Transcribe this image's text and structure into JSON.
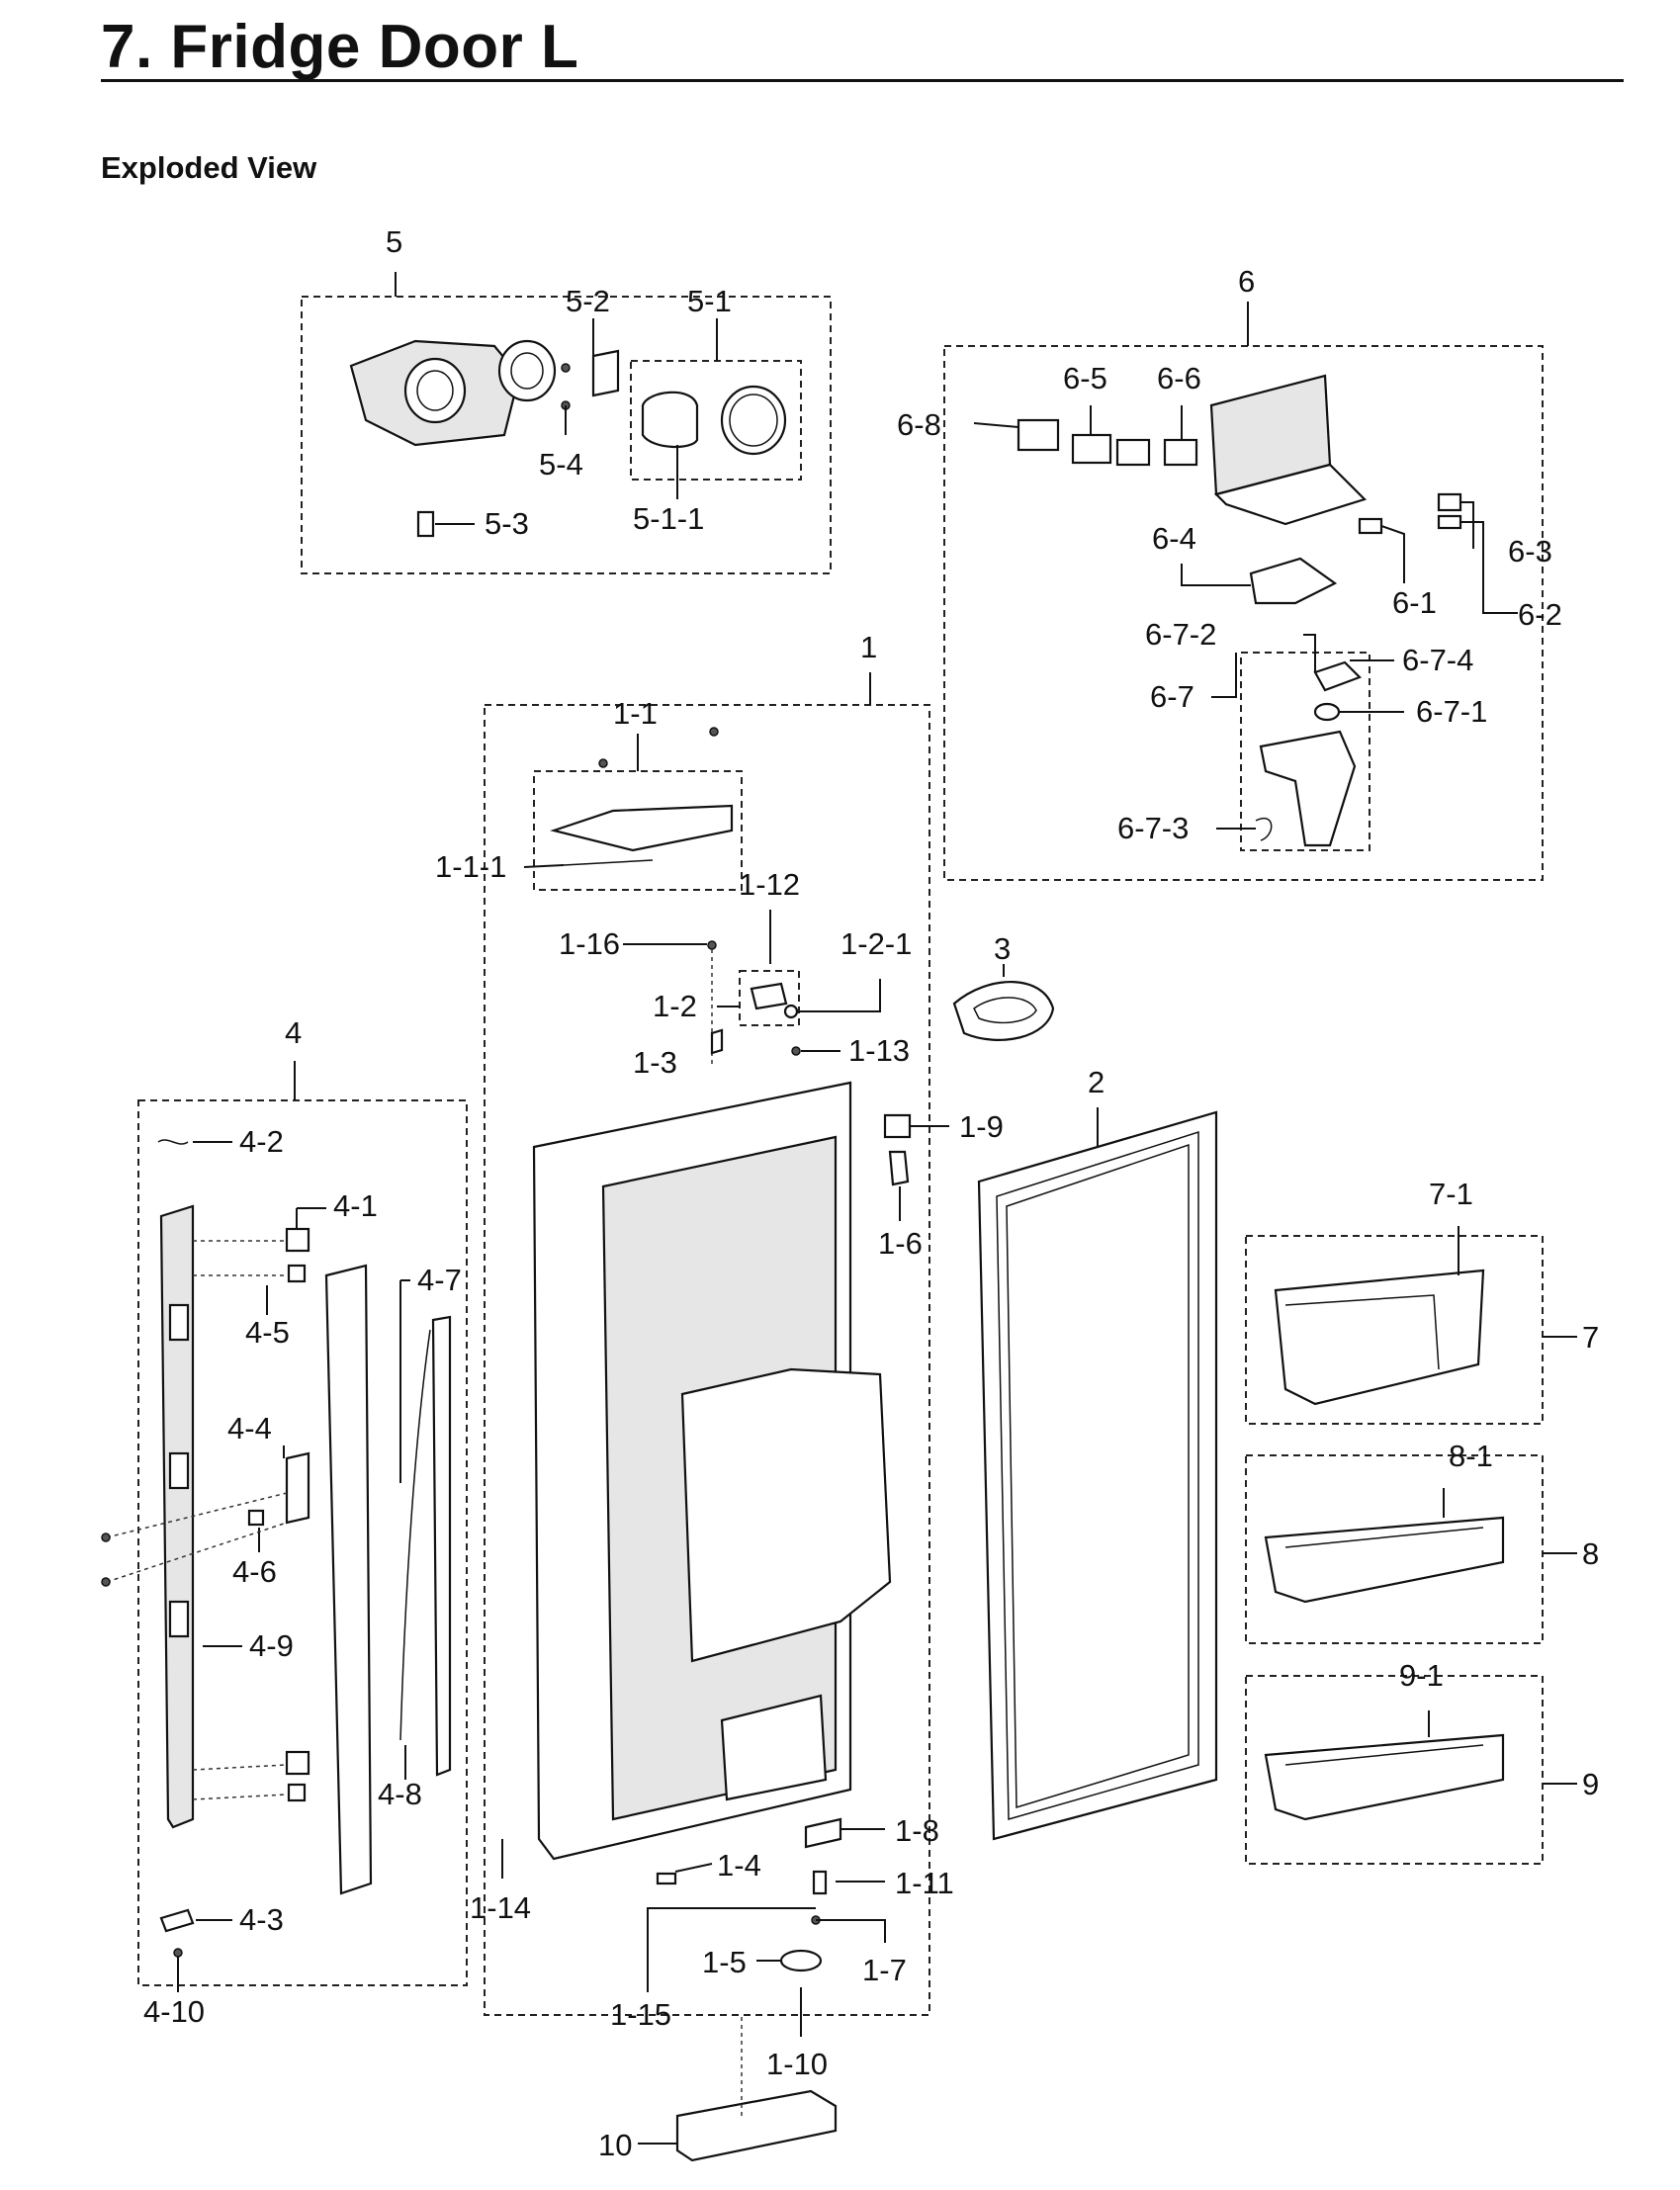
{
  "header": {
    "title": "7.  Fridge Door L",
    "subtitle": "Exploded View"
  },
  "labels": {
    "l5": "5",
    "l5_2": "5-2",
    "l5_1": "5-1",
    "l5_4": "5-4",
    "l5_3": "5-3",
    "l5_1_1": "5-1-1",
    "l6": "6",
    "l6_5": "6-5",
    "l6_6": "6-6",
    "l6_8": "6-8",
    "l6_4": "6-4",
    "l6_3": "6-3",
    "l6_1": "6-1",
    "l6_2": "6-2",
    "l6_7_2": "6-7-2",
    "l6_7_4": "6-7-4",
    "l6_7": "6-7",
    "l6_7_1": "6-7-1",
    "l6_7_3": "6-7-3",
    "l1": "1",
    "l1_1": "1-1",
    "l1_1_1": "1-1-1",
    "l1_12": "1-12",
    "l1_16": "1-16",
    "l1_2_1": "1-2-1",
    "l1_2": "1-2",
    "l1_3": "1-3",
    "l1_13": "1-13",
    "l1_9": "1-9",
    "l1_6": "1-6",
    "l1_8": "1-8",
    "l1_4": "1-4",
    "l1_11": "1-11",
    "l1_14": "1-14",
    "l1_5": "1-5",
    "l1_7": "1-7",
    "l1_15": "1-15",
    "l1_10": "1-10",
    "l3": "3",
    "l2": "2",
    "l4": "4",
    "l4_2": "4-2",
    "l4_1": "4-1",
    "l4_7": "4-7",
    "l4_5": "4-5",
    "l4_4": "4-4",
    "l4_6": "4-6",
    "l4_9": "4-9",
    "l4_8": "4-8",
    "l4_3": "4-3",
    "l4_10": "4-10",
    "l7_1": "7-1",
    "l7": "7",
    "l8_1": "8-1",
    "l8": "8",
    "l9_1": "9-1",
    "l9": "9",
    "l10": "10"
  }
}
